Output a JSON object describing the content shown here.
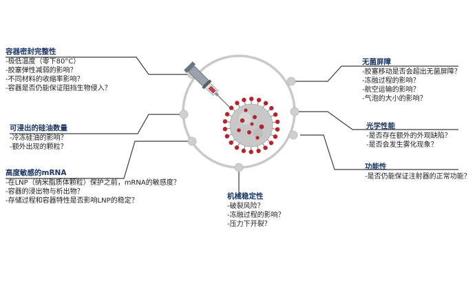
{
  "blocks": {
    "container_integrity": {
      "title": "容器密封完整性",
      "items": [
        "-极低温度（零下80°C）",
        "-胶塞弹性减弱的影响？",
        "-不同材料的收缩率影响？",
        "-容器是否仍能保证阻挡生物侵入？"
      ]
    },
    "silicone_oil": {
      "title": "可浸出的硅油数量",
      "items": [
        "-冷冻硅油的影响？",
        "-额外出现的颗粒？"
      ]
    },
    "mrna": {
      "title": "高度敏感的mRNA",
      "items": [
        "-在LNP（纳米脂质体颗粒）保护之前，mRNA的敏感度？",
        "-容器的浸出物与析出物？",
        "-存储过程和容器特性是否影响LNP的稳定？"
      ]
    },
    "mechanical": {
      "title": "机械稳定性",
      "items": [
        "-破裂风险？",
        "-冻融过程的影响？",
        "-压力下开裂？"
      ]
    },
    "sterile_barrier": {
      "title": "无菌屏障",
      "items": [
        "-胶塞移动是否会超出无菌屏障？",
        "-冻融过程的影响？",
        "-航空运输的影响？",
        "-气泡的大小的影响？"
      ]
    },
    "optical": {
      "title": "光学性能",
      "items": [
        "-是否存在额外的外观缺陷？",
        "-是否会发生雾化现象？"
      ]
    },
    "functionality": {
      "title": "功能性",
      "items": [
        "-是否仍能保证注射器的正常功能？"
      ]
    }
  },
  "colors": {
    "title": "#1a3566",
    "connector": "#3a3a3a",
    "ring": "#c9c9c9",
    "node": "#cfcfcf",
    "virus_body": "#c8c8c8",
    "virus_spike": "#b5232c"
  },
  "icons": [
    "syringe-icon",
    "virus-icon"
  ]
}
